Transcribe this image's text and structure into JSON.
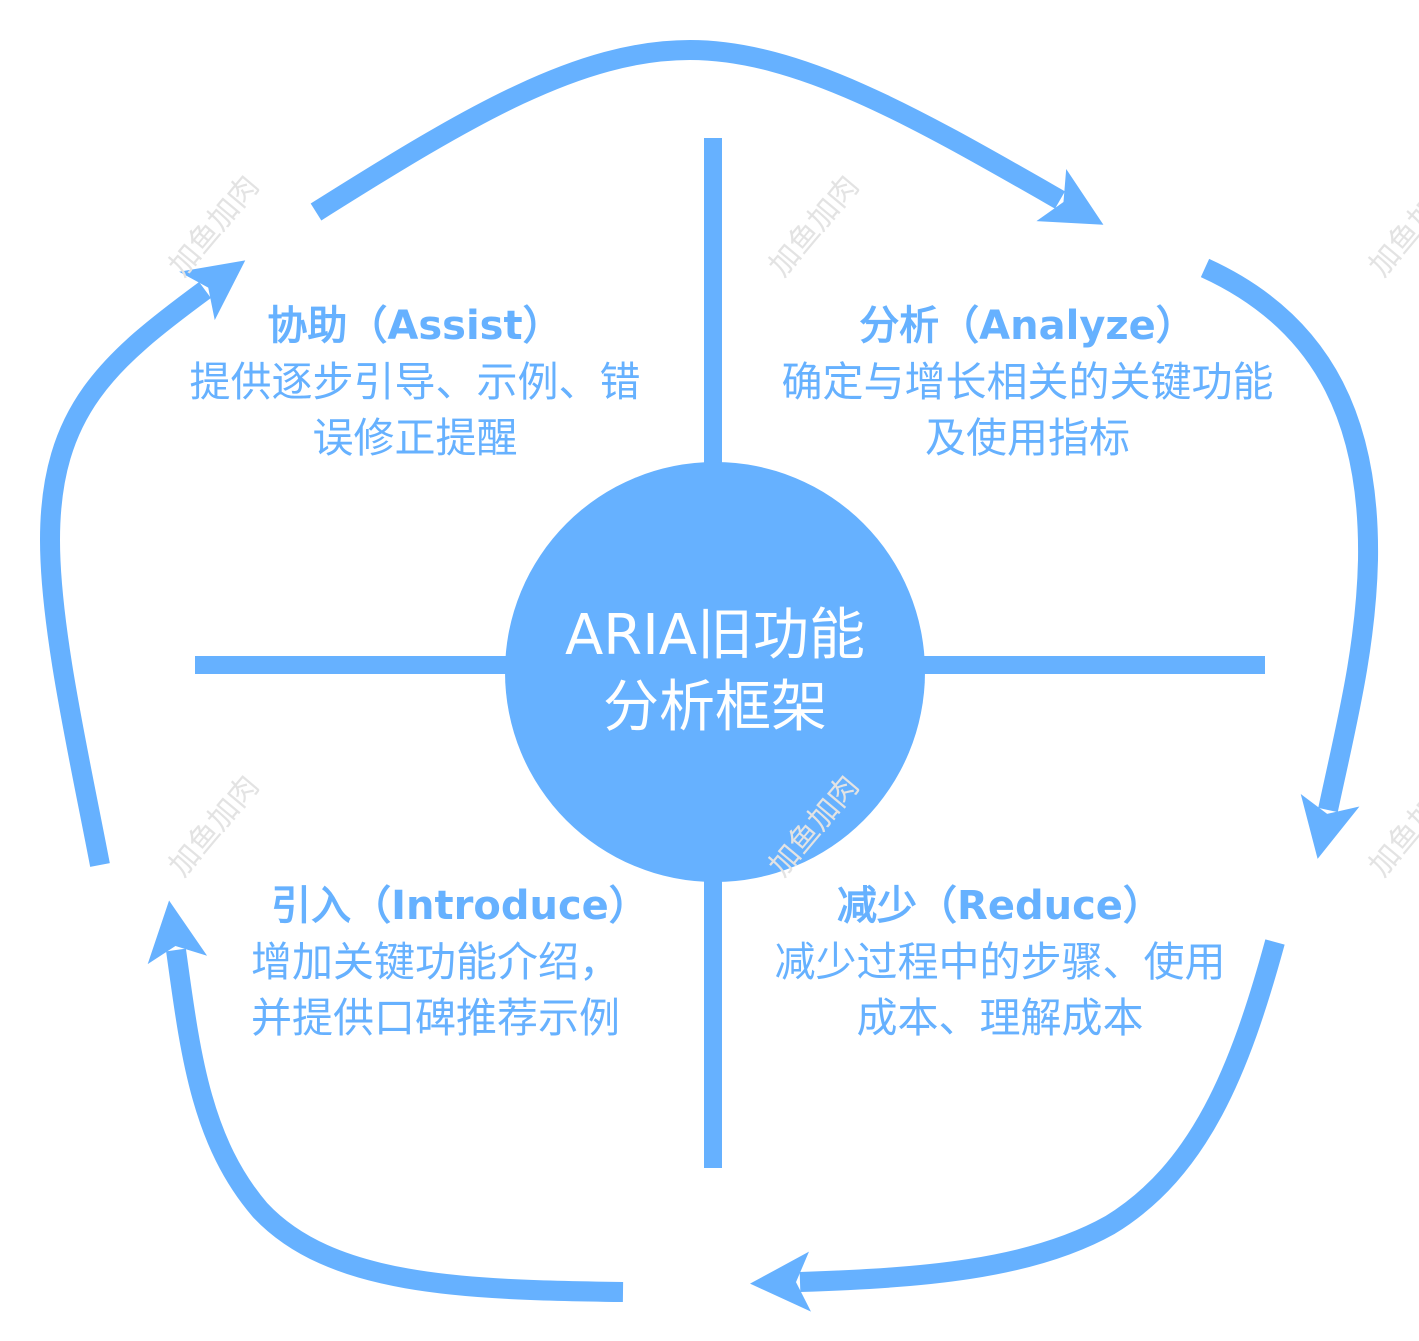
{
  "center": {
    "line1": "ARIA旧功能",
    "line2": "分析框架"
  },
  "quadrants": [
    {
      "title": "协助（Assist）",
      "lines": [
        "提供逐步引导、示例、错",
        "误修正提醒"
      ]
    },
    {
      "title": "分析（Analyze）",
      "lines": [
        "确定与增长相关的关键功能",
        "及使用指标"
      ]
    },
    {
      "title": "引入（Introduce）",
      "lines": [
        "增加关键功能介绍，",
        "并提供口碑推荐示例"
      ]
    },
    {
      "title": "减少（Reduce）",
      "lines": [
        "减少过程中的步骤、使用",
        "成本、理解成本"
      ]
    }
  ],
  "watermark": "加鱼加肉",
  "colors": {
    "accent": "#66b1ff",
    "watermark": "#e3e3e3"
  }
}
